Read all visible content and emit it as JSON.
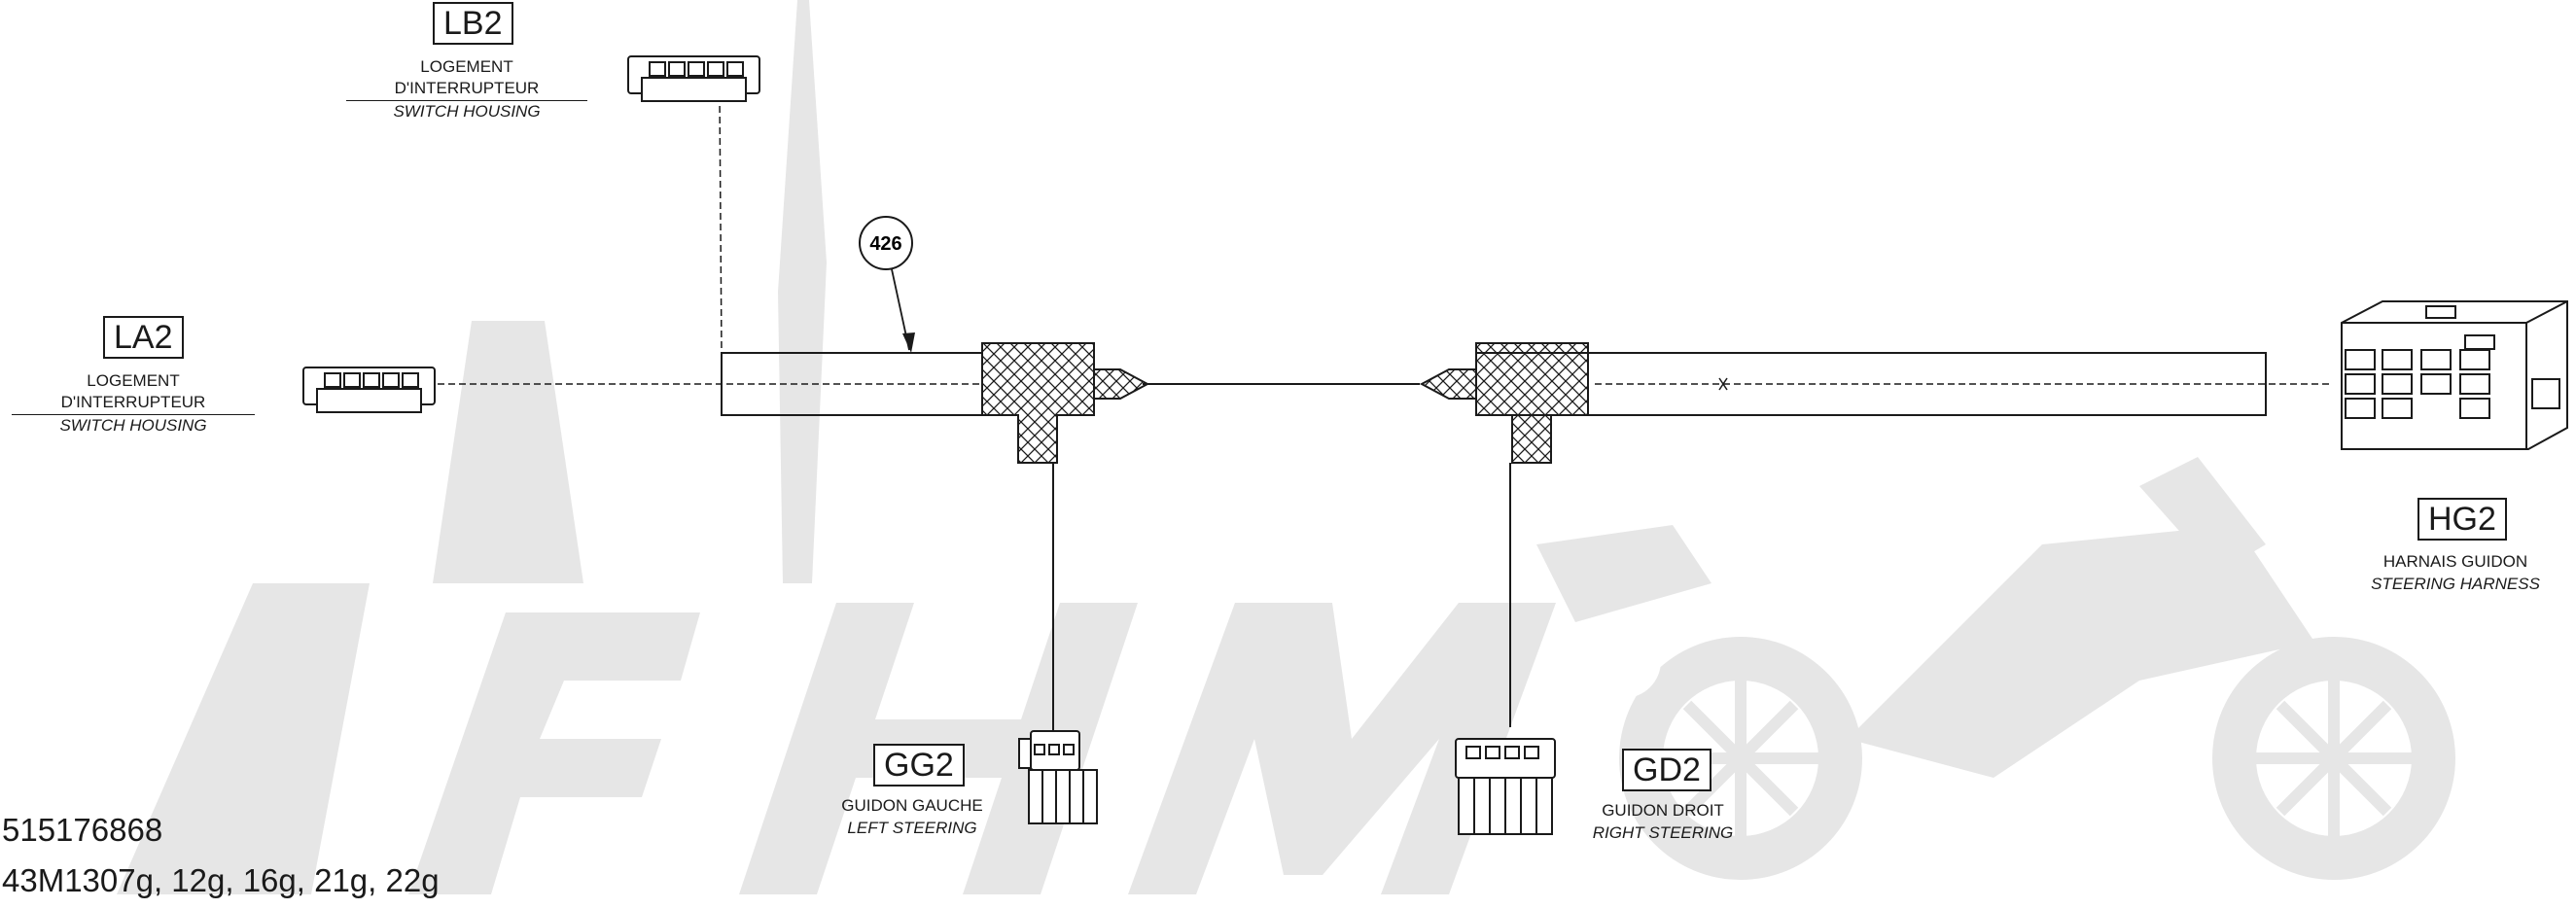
{
  "callout": {
    "label": "426"
  },
  "connectors": {
    "lb2": {
      "tag": "LB2",
      "fr": "LOGEMENT D'INTERRUPTEUR",
      "en": "SWITCH HOUSING"
    },
    "la2": {
      "tag": "LA2",
      "fr": "LOGEMENT D'INTERRUPTEUR",
      "en": "SWITCH HOUSING"
    },
    "hg2": {
      "tag": "HG2",
      "fr": "HARNAIS GUIDON",
      "en": "STEERING HARNESS"
    },
    "gg2": {
      "tag": "GG2",
      "fr": "GUIDON GAUCHE",
      "en": "LEFT STEERING"
    },
    "gd2": {
      "tag": "GD2",
      "fr": "GUIDON DROIT",
      "en": "RIGHT STEERING"
    }
  },
  "footer": {
    "part_number": "515176868",
    "models": "43M1307g, 12g, 16g, 21g, 22g"
  },
  "colors": {
    "line": "#1a1a1a",
    "watermark": "#e4e4e4"
  }
}
